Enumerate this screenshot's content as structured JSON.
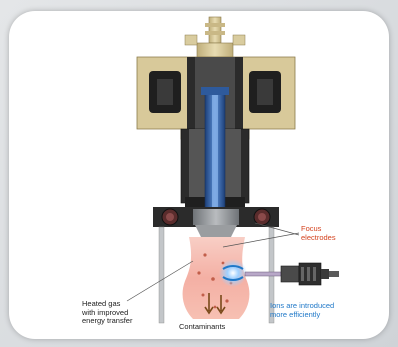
{
  "labels": {
    "focus_electrodes": "Focus\nelectrodes",
    "ions_introduced": "Ions are introduced\nmore efficiently",
    "heated_gas": "Heated gas\nwith improved\nenergy transfer",
    "contaminants": "Contaminants"
  },
  "colors": {
    "housing_gold": "#d8c99a",
    "housing_dark": "#2b2b2b",
    "probe_blue": "#3b6fb6",
    "plume_red": "#f3a79a",
    "focus_label": "#d4421e",
    "ions_label": "#1f78c8"
  }
}
